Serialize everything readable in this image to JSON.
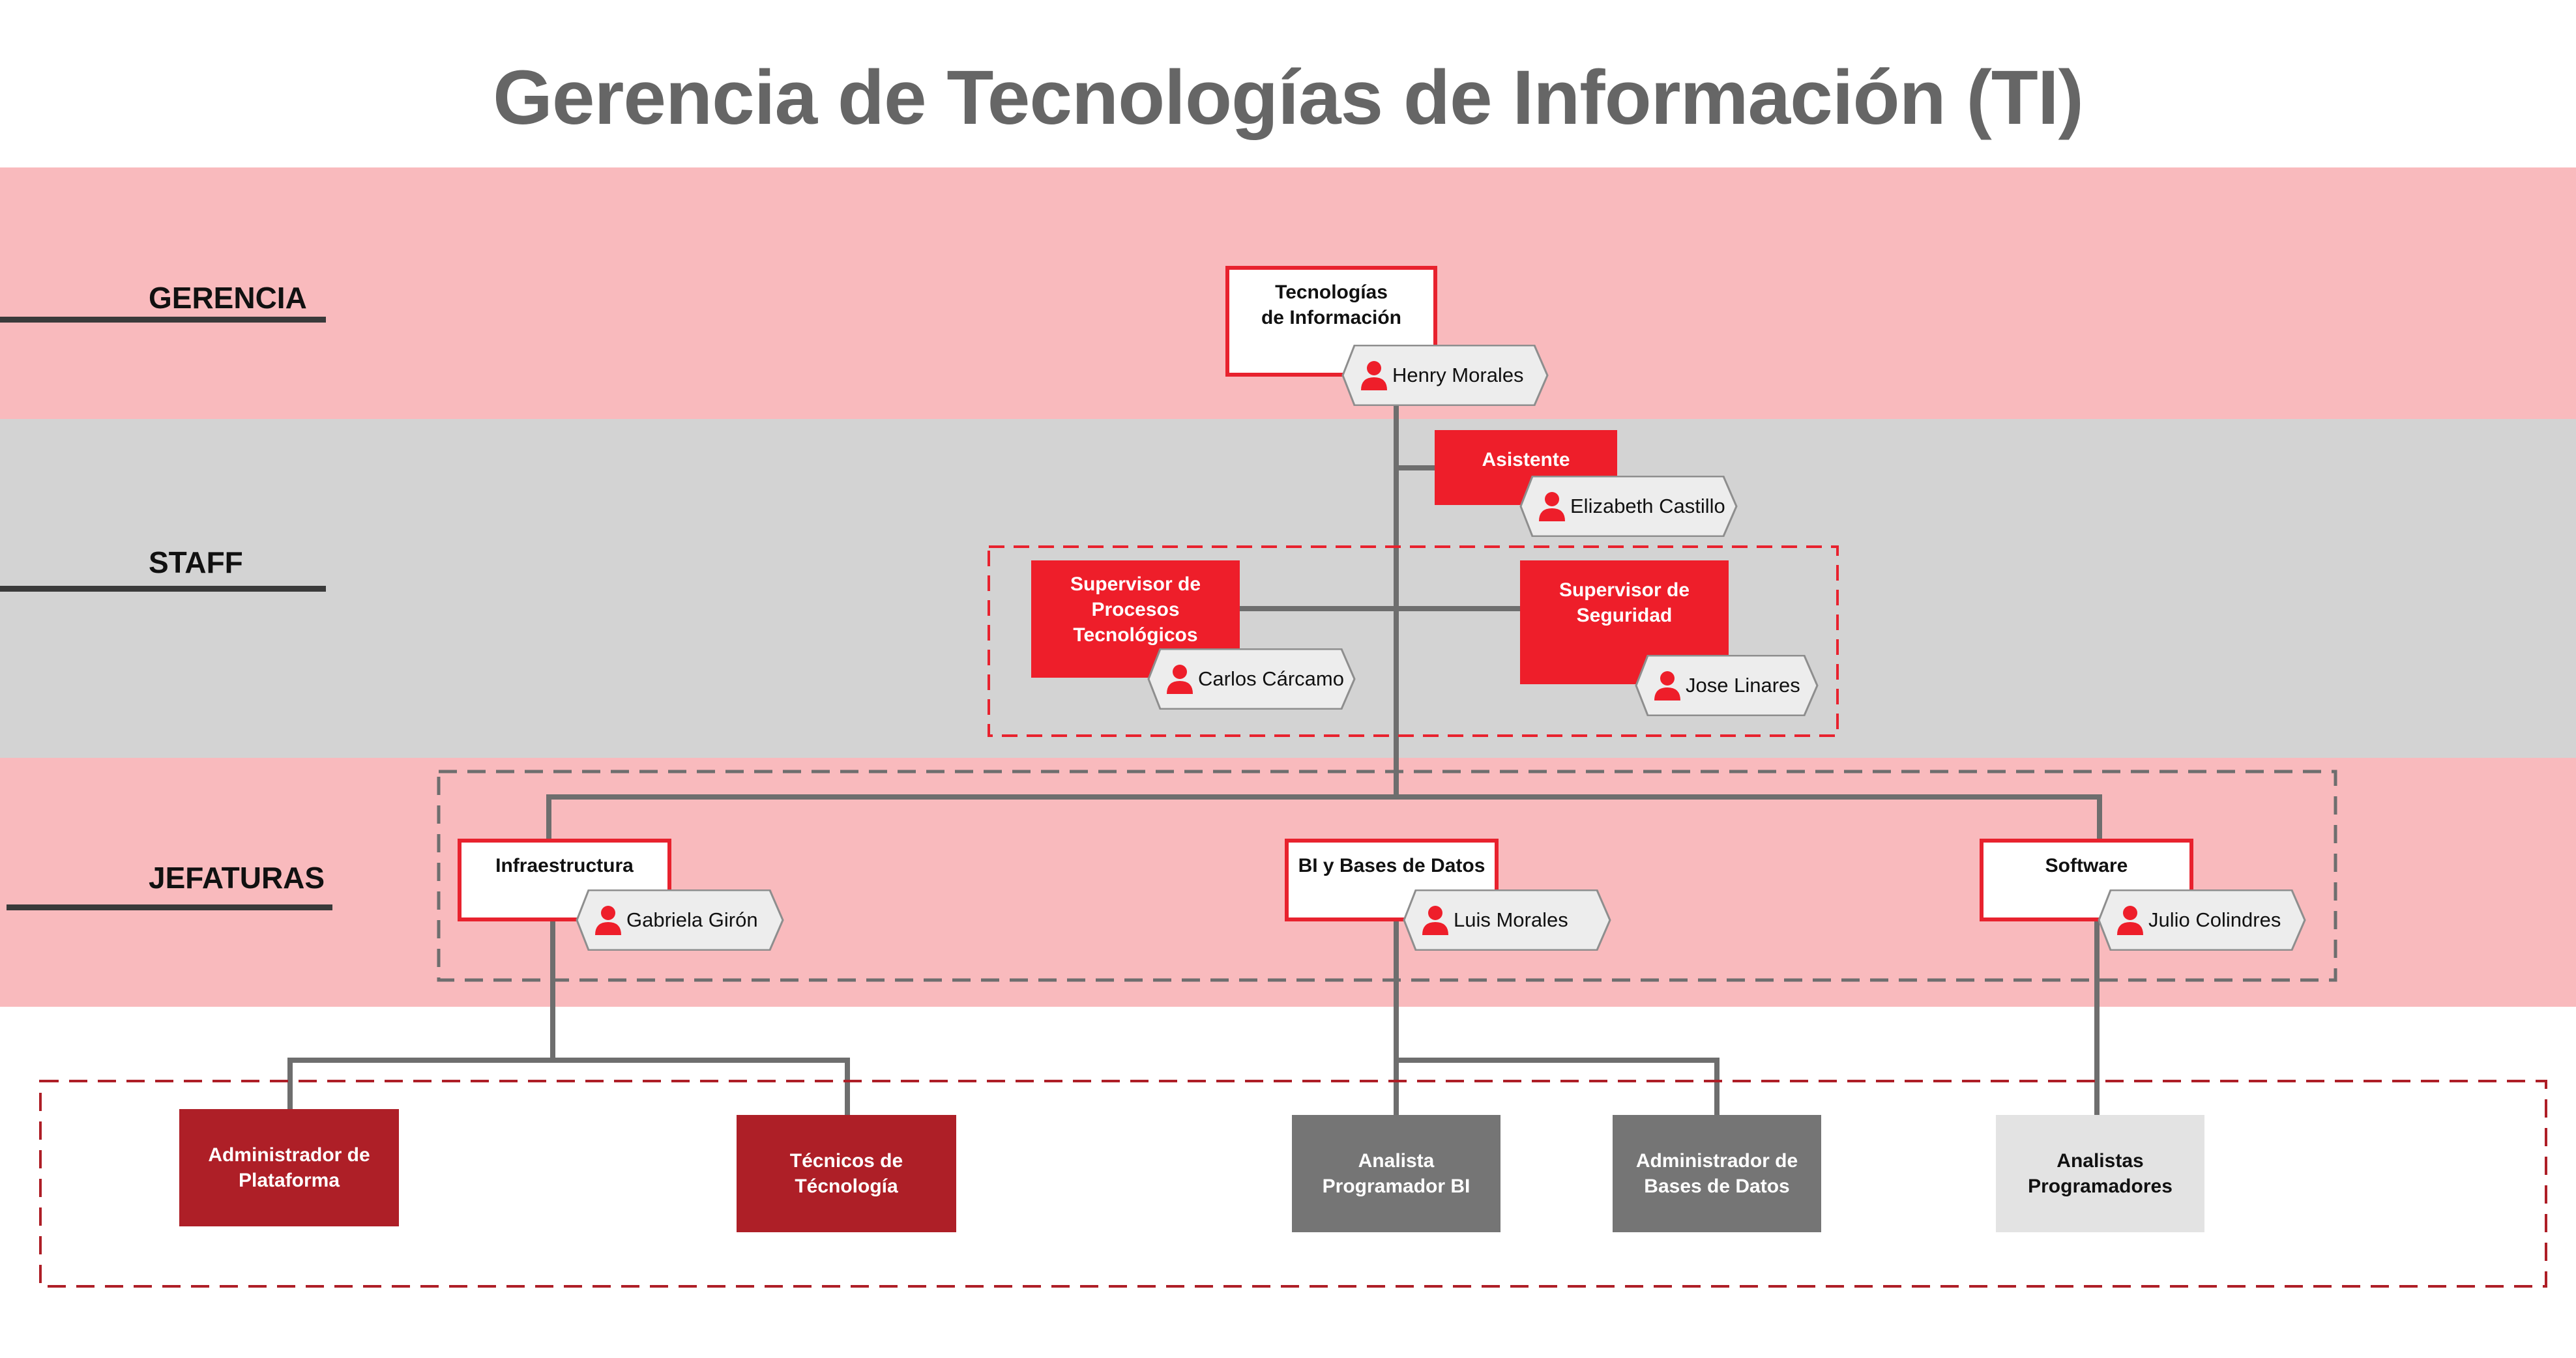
{
  "title": "Gerencia de Tecnologías de Información (TI)",
  "colors": {
    "red": "#ee1e2a",
    "dark_red": "#ae1f27",
    "pink_band": "#f9babd",
    "gray_band": "#d3d3d3",
    "gray_box": "#757575",
    "light_gray_box": "#e3e3e3",
    "title_gray": "#666666"
  },
  "levels": {
    "gerencia": "GERENCIA",
    "staff": "STAFF",
    "jefaturas": "JEFATURAS"
  },
  "nodes": {
    "ti": {
      "label": "Tecnologías\nde Información",
      "person": "Henry Morales"
    },
    "asistente": {
      "label": "Asistente",
      "person": "Elizabeth Castillo"
    },
    "procesos": {
      "label": "Supervisor de\nProcesos\nTecnológicos",
      "person": "Carlos Cárcamo"
    },
    "seguridad": {
      "label": "Supervisor de\nSeguridad",
      "person": "Jose Linares"
    },
    "infraestructura": {
      "label": "Infraestructura",
      "person": "Gabriela Girón"
    },
    "bi": {
      "label": "BI y Bases de Datos",
      "person": "Luis Morales"
    },
    "software": {
      "label": "Software",
      "person": "Julio Colindres"
    },
    "admin_plataforma": {
      "label": "Administrador de\nPlataforma"
    },
    "tecnicos": {
      "label": "Técnicos de\nTécnología"
    },
    "analista_bi": {
      "label": "Analista\nProgramador BI"
    },
    "admin_bd": {
      "label": "Administrador de\nBases  de Datos"
    },
    "analistas": {
      "label": "Analistas\nProgramadores"
    }
  },
  "icons": {
    "person": "person-icon"
  }
}
